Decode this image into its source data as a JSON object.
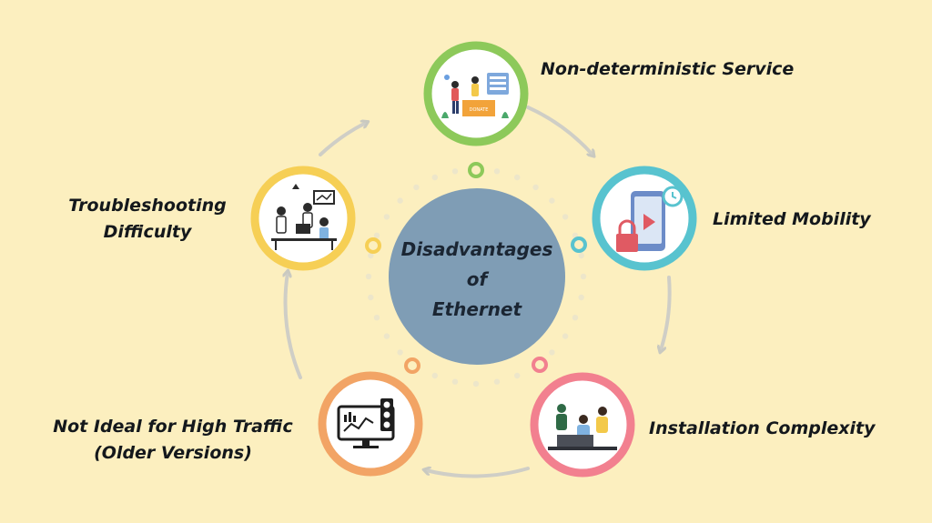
{
  "center": {
    "lines": [
      "Disadvantages",
      "of",
      "Ethernet"
    ]
  },
  "nodes": [
    {
      "id": "top",
      "label_lines": [
        "Non-deterministic Service"
      ],
      "ring_color": "#8dc95a",
      "icon": "people-with-server-illustration-icon",
      "badge_text": "DONATE"
    },
    {
      "id": "right",
      "label_lines": [
        "Limited Mobility"
      ],
      "ring_color": "#58c3cf",
      "icon": "locked-phone-video-icon"
    },
    {
      "id": "bottom-right",
      "label_lines": [
        "Installation Complexity"
      ],
      "ring_color": "#f2808f",
      "icon": "team-at-laptop-icon"
    },
    {
      "id": "bottom-left",
      "label_lines": [
        "Not Ideal for High Traffic",
        "(Older Versions)"
      ],
      "ring_color": "#f2a465",
      "icon": "monitor-traffic-light-icon"
    },
    {
      "id": "left",
      "label_lines": [
        "Troubleshooting",
        "Difficulty"
      ],
      "ring_color": "#f6cf55",
      "icon": "office-team-icon"
    }
  ],
  "colors": {
    "background": "#fcefbf",
    "center_fill": "#7f9db5",
    "connector_arc": "#c9c9c0",
    "dots": "#ede6ca"
  }
}
